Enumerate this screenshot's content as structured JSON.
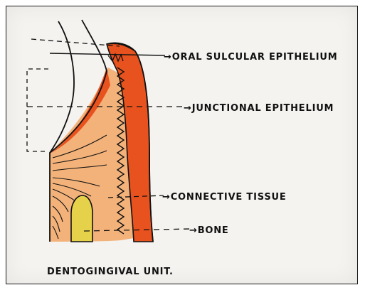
{
  "labels": {
    "oral_sulcular_epithelium": "→ORAL SULCULAR EPITHELIUM",
    "junctional_epithelium": "→JUNCTIONAL EPITHELIUM",
    "connective_tissue": "→CONNECTIVE TISSUE",
    "bone": "→BONE"
  },
  "caption": "DENTOGINGIVAL UNIT.",
  "colors": {
    "epithelium": "#e8521e",
    "connective_tissue": "#f3b27a",
    "bone": "#e6d24a",
    "ink": "#111111",
    "paper": "#f4f3f0"
  }
}
